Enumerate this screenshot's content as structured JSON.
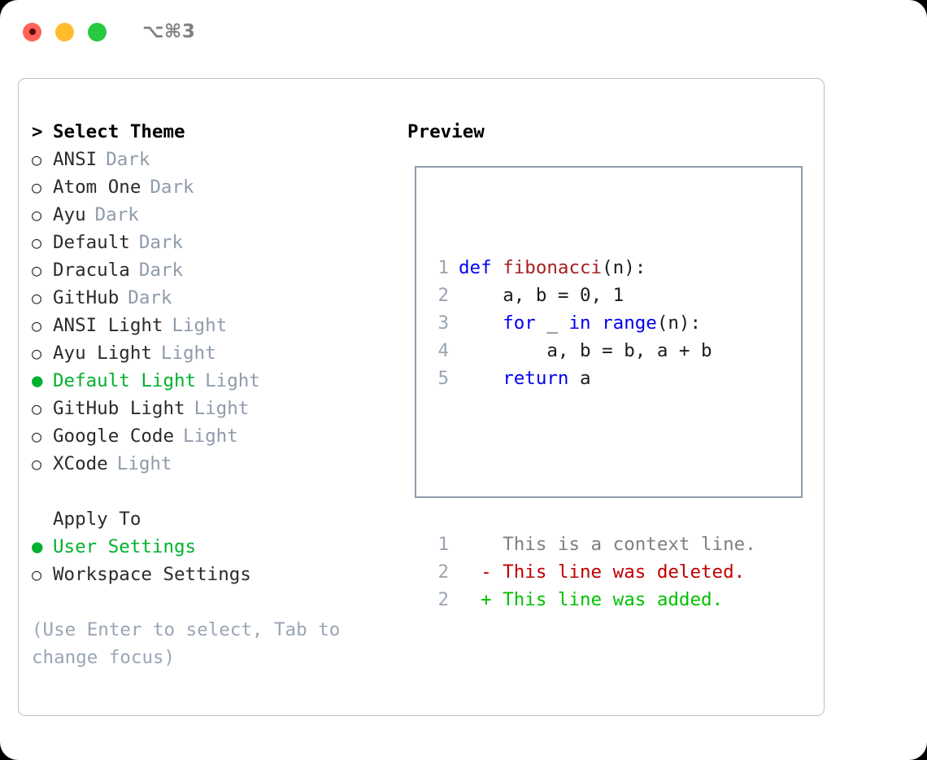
{
  "titlebar": {
    "shortcut": "⌥⌘3",
    "lights": [
      {
        "name": "close",
        "color": "#ff6159"
      },
      {
        "name": "minimize",
        "color": "#ffbd2e"
      },
      {
        "name": "zoom",
        "color": "#28c840"
      }
    ]
  },
  "theme_picker": {
    "header_marker": ">",
    "header": "Select Theme",
    "marker_selected": "●",
    "marker_unselected": "○",
    "items": [
      {
        "label": "ANSI",
        "tag": "Dark",
        "selected": false
      },
      {
        "label": "Atom One",
        "tag": "Dark",
        "selected": false
      },
      {
        "label": "Ayu",
        "tag": "Dark",
        "selected": false
      },
      {
        "label": "Default",
        "tag": "Dark",
        "selected": false
      },
      {
        "label": "Dracula",
        "tag": "Dark",
        "selected": false
      },
      {
        "label": "GitHub",
        "tag": "Dark",
        "selected": false
      },
      {
        "label": "ANSI Light",
        "tag": "Light",
        "selected": false
      },
      {
        "label": "Ayu Light",
        "tag": "Light",
        "selected": false
      },
      {
        "label": "Default Light",
        "tag": "Light",
        "selected": true
      },
      {
        "label": "GitHub Light",
        "tag": "Light",
        "selected": false
      },
      {
        "label": "Google Code",
        "tag": "Light",
        "selected": false
      },
      {
        "label": "XCode",
        "tag": "Light",
        "selected": false
      }
    ]
  },
  "apply_to": {
    "label": "Apply To",
    "options": [
      {
        "label": "User Settings",
        "selected": true
      },
      {
        "label": "Workspace Settings",
        "selected": false
      }
    ]
  },
  "hint": "(Use Enter to select, Tab to change focus)",
  "preview": {
    "title": "Preview",
    "code_lines": [
      {
        "no": "1",
        "indent": "",
        "tokens": [
          {
            "t": "def ",
            "c": "kw"
          },
          {
            "t": "fibonacci",
            "c": "fn"
          },
          {
            "t": "(n):",
            "c": "pl"
          }
        ]
      },
      {
        "no": "2",
        "indent": "    ",
        "tokens": [
          {
            "t": "a, b = ",
            "c": "pl"
          },
          {
            "t": "0",
            "c": "num"
          },
          {
            "t": ", ",
            "c": "pl"
          },
          {
            "t": "1",
            "c": "num"
          }
        ]
      },
      {
        "no": "3",
        "indent": "    ",
        "tokens": [
          {
            "t": "for",
            "c": "kw"
          },
          {
            "t": " _ ",
            "c": "pl"
          },
          {
            "t": "in",
            "c": "kw"
          },
          {
            "t": " ",
            "c": "pl"
          },
          {
            "t": "range",
            "c": "kw"
          },
          {
            "t": "(n):",
            "c": "pl"
          }
        ]
      },
      {
        "no": "4",
        "indent": "        ",
        "tokens": [
          {
            "t": "a, b = b, a + b",
            "c": "pl"
          }
        ]
      },
      {
        "no": "5",
        "indent": "    ",
        "tokens": [
          {
            "t": "return",
            "c": "kw"
          },
          {
            "t": " a",
            "c": "pl"
          }
        ]
      }
    ],
    "diff_lines": [
      {
        "no": "1",
        "sign": " ",
        "text": "This is a context line.",
        "kind": "ctx"
      },
      {
        "no": "2",
        "sign": "-",
        "text": "This line was deleted.",
        "kind": "del"
      },
      {
        "no": "2",
        "sign": "+",
        "text": "This line was added.",
        "kind": "add"
      }
    ]
  },
  "colors": {
    "accent_green": "#00b12e",
    "tag_gray": "#8f9bab",
    "hint_gray": "#9aa5b4",
    "border": "#b6bfcb",
    "preview_border": "#8f9cab",
    "keyword_blue": "#0000ee",
    "function_red": "#a52020",
    "diff_delete": "#c00000",
    "diff_add": "#00c000",
    "lineno_gray": "#9aa5b0"
  }
}
